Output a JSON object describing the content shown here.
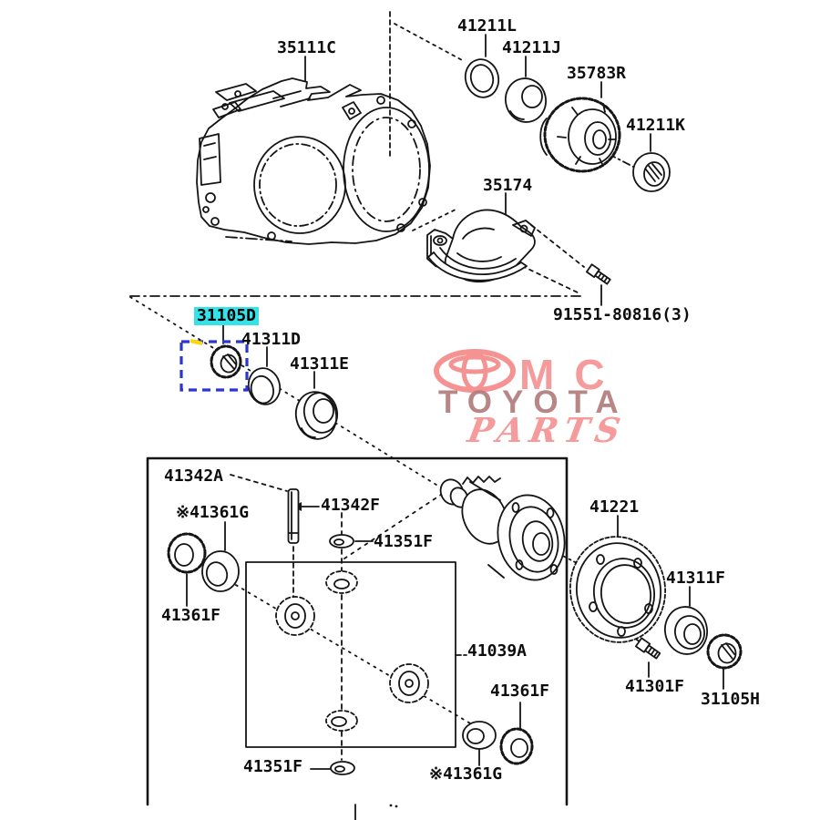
{
  "diagram": {
    "type": "exploded-parts-diagram",
    "background": "#ffffff",
    "line_color": "#151515"
  },
  "highlight": {
    "selected_part": "31105D",
    "highlight_color": "#35e2ea",
    "selection_box_color": "#2a35d6",
    "corner_marker_color": "#ffd700"
  },
  "watermark": {
    "mc": "MC",
    "toyota": "TOYOTA",
    "parts": "PARTS",
    "primary_color": "#f58a8a",
    "secondary_color": "#ab7272"
  },
  "labels": [
    {
      "id": "35111C",
      "text": "35111C"
    },
    {
      "id": "41211L",
      "text": "41211L"
    },
    {
      "id": "41211J",
      "text": "41211J"
    },
    {
      "id": "35783R",
      "text": "35783R"
    },
    {
      "id": "41211K",
      "text": "41211K"
    },
    {
      "id": "35174",
      "text": "35174"
    },
    {
      "id": "91551-80816-3",
      "text": "91551-80816(3)"
    },
    {
      "id": "31105D",
      "text": "31105D",
      "highlighted": true
    },
    {
      "id": "41311D",
      "text": "41311D"
    },
    {
      "id": "41311E",
      "text": "41311E"
    },
    {
      "id": "41342A",
      "text": "41342A"
    },
    {
      "id": "41361G-left",
      "text": "※41361G"
    },
    {
      "id": "41342F",
      "text": "41342F"
    },
    {
      "id": "41351F-top",
      "text": "41351F"
    },
    {
      "id": "41361F-left",
      "text": "41361F"
    },
    {
      "id": "41221",
      "text": "41221"
    },
    {
      "id": "41311F",
      "text": "41311F"
    },
    {
      "id": "41039A",
      "text": "41039A"
    },
    {
      "id": "41361F-right",
      "text": "41361F"
    },
    {
      "id": "41301F",
      "text": "41301F"
    },
    {
      "id": "31105H",
      "text": "31105H"
    },
    {
      "id": "41351F-bottom",
      "text": "41351F"
    },
    {
      "id": "41361G-bottom",
      "text": "※41361G"
    }
  ]
}
